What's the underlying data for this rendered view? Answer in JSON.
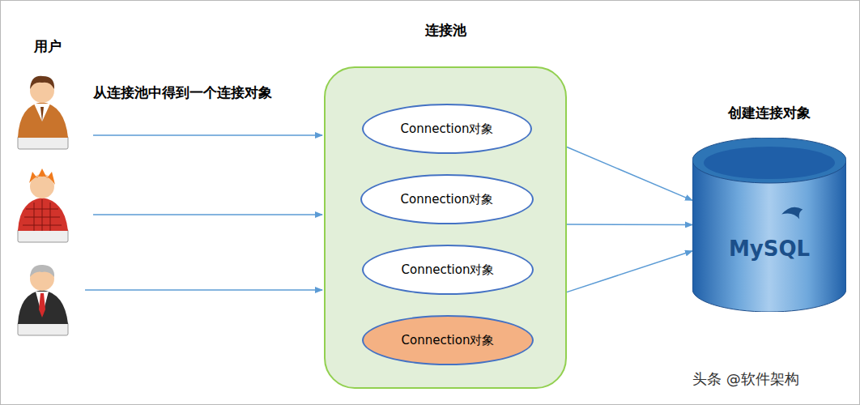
{
  "diagram": {
    "nodes": [
      {
        "text": [
          "连接池"
        ]
      },
      {
        "text": [
          "Connection对象"
        ],
        "in": 0
      },
      {
        "text": [
          "Connection对象"
        ],
        "in": 0
      },
      {
        "text": [
          "Connection对象"
        ],
        "in": 0
      },
      {
        "text": [
          "Connection对象"
        ],
        "in": 0
      },
      {
        "text": [
          "创建连接对象",
          "MySQL"
        ]
      }
    ],
    "edges": [
      {
        "from": 0,
        "to": 5,
        "arrow": "to"
      },
      {
        "from": 0,
        "to": 5,
        "arrow": "to"
      },
      {
        "from": 0,
        "to": 5,
        "arrow": "to"
      }
    ],
    "labels": [
      "用户",
      "从连接池中得到一个连接对象",
      "头条 @软件架构"
    ]
  }
}
